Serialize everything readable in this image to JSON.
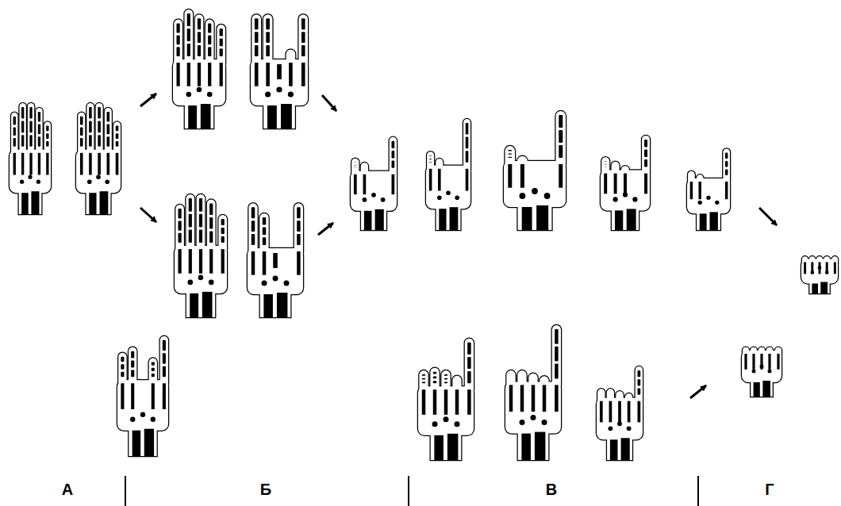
{
  "diagram": {
    "labels": [
      "А",
      "Б",
      "В",
      "Г"
    ]
  }
}
